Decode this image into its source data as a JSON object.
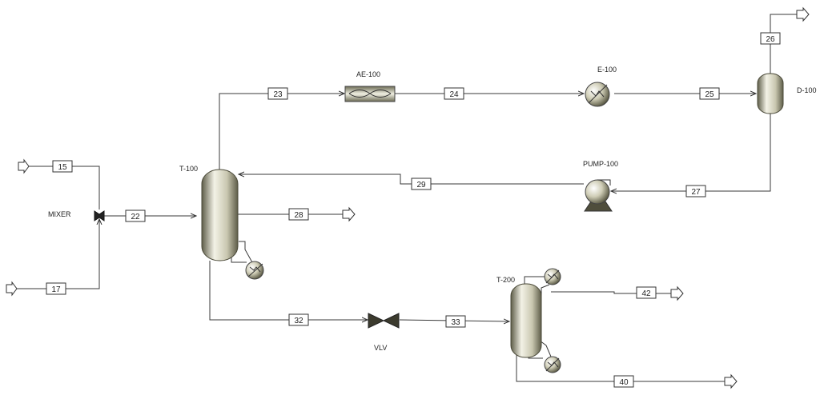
{
  "equipment": {
    "mixer": "MIXER",
    "column_main": "T-100",
    "air_cooler": "AE-100",
    "exchanger": "E-100",
    "drum": "D-100",
    "pump": "PUMP-100",
    "column_second": "T-200",
    "valve": "VLV"
  },
  "streams": {
    "s15": "15",
    "s17": "17",
    "s22": "22",
    "s23": "23",
    "s24": "24",
    "s25": "25",
    "s26": "26",
    "s27": "27",
    "s28": "28",
    "s29": "29",
    "s32": "32",
    "s33": "33",
    "s40": "40",
    "s42": "42"
  },
  "colors": {
    "vessel_light": "#f3f2e6",
    "vessel_mid": "#c9c7b0",
    "vessel_dark": "#5e5d49",
    "line": "#3a3a3a"
  }
}
